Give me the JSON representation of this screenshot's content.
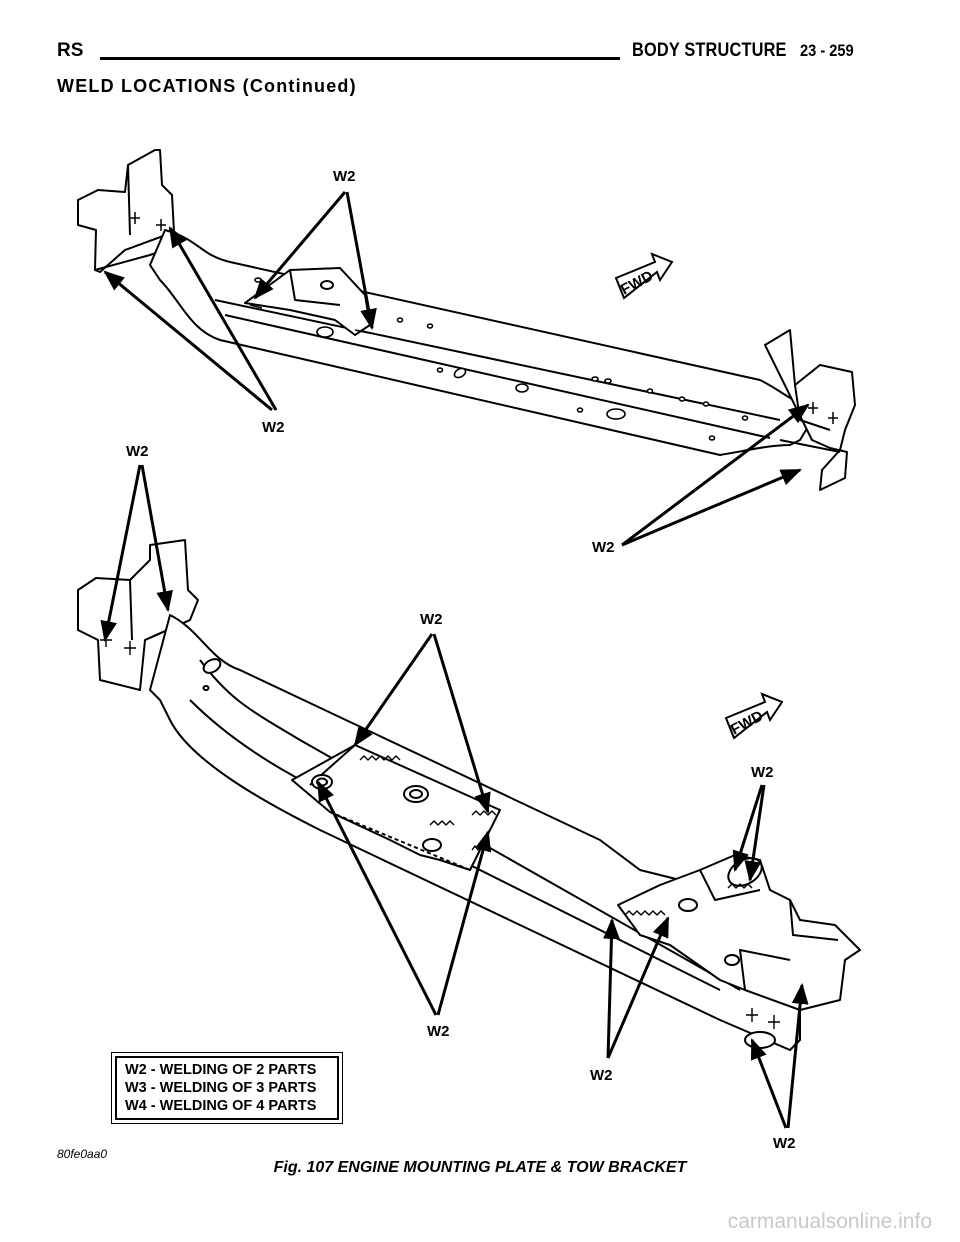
{
  "header": {
    "left": "RS",
    "title": "BODY STRUCTURE",
    "page": "23 - 259"
  },
  "section_title": "WELD LOCATIONS (Continued)",
  "labels": {
    "top_center": "W2",
    "top_left_lower": "W2",
    "top_right_lower": "W2",
    "bottom_left_upper": "W2",
    "bottom_center_upper": "W2",
    "bottom_center_lower": "W2",
    "bottom_right_upper": "W2",
    "bottom_right_mid": "W2",
    "bottom_right_lower": "W2",
    "fwd_top": "FWD",
    "fwd_bottom": "FWD"
  },
  "legend": {
    "items": [
      "W2 - WELDING OF 2 PARTS",
      "W3 - WELDING OF 3 PARTS",
      "W4 - WELDING OF 4 PARTS"
    ]
  },
  "figure_code": "80fe0aa0",
  "caption": "Fig. 107 ENGINE MOUNTING PLATE & TOW BRACKET",
  "watermark": "carmanualsonline.info"
}
